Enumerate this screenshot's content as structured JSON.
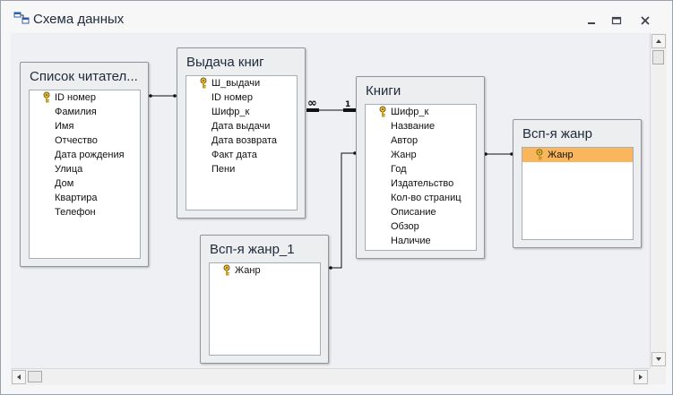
{
  "window": {
    "title": "Схема данных"
  },
  "tables": [
    {
      "id": "readers",
      "title": "Список читател...",
      "fields": [
        {
          "label": "ID номер",
          "key": true
        },
        {
          "label": "Фамилия",
          "key": false
        },
        {
          "label": "Имя",
          "key": false
        },
        {
          "label": "Отчество",
          "key": false
        },
        {
          "label": "Дата рождения",
          "key": false
        },
        {
          "label": "Улица",
          "key": false
        },
        {
          "label": "Дом",
          "key": false
        },
        {
          "label": "Квартира",
          "key": false
        },
        {
          "label": "Телефон",
          "key": false
        }
      ]
    },
    {
      "id": "issue",
      "title": "Выдача книг",
      "fields": [
        {
          "label": "Ш_выдачи",
          "key": true
        },
        {
          "label": "ID номер",
          "key": false
        },
        {
          "label": "Шифр_к",
          "key": false
        },
        {
          "label": "Дата выдачи",
          "key": false
        },
        {
          "label": "Дата возврата",
          "key": false
        },
        {
          "label": "Факт дата",
          "key": false
        },
        {
          "label": "Пени",
          "key": false
        }
      ]
    },
    {
      "id": "books",
      "title": "Книги",
      "fields": [
        {
          "label": "Шифр_к",
          "key": true
        },
        {
          "label": "Название",
          "key": false
        },
        {
          "label": "Автор",
          "key": false
        },
        {
          "label": "Жанр",
          "key": false
        },
        {
          "label": "Год",
          "key": false
        },
        {
          "label": "Издательство",
          "key": false
        },
        {
          "label": "Кол-во страниц",
          "key": false
        },
        {
          "label": "Описание",
          "key": false
        },
        {
          "label": "Обзор",
          "key": false
        },
        {
          "label": "Наличие",
          "key": false
        }
      ]
    },
    {
      "id": "genre",
      "title": "Всп-я жанр",
      "fields": [
        {
          "label": "Жанр",
          "key": true,
          "selected": true
        }
      ]
    },
    {
      "id": "genre1",
      "title": "Всп-я жанр_1",
      "fields": [
        {
          "label": "Жанр",
          "key": true
        }
      ]
    }
  ],
  "relationships": {
    "one_label": "1",
    "many_label": "∞"
  },
  "icons": {
    "app": "relationships-icon",
    "key": "primary-key-icon",
    "minimize": "minimize-icon",
    "restore": "restore-icon",
    "close": "close-icon"
  },
  "colors": {
    "selected_row": "#f9b65c",
    "canvas": "#eef0f3"
  }
}
